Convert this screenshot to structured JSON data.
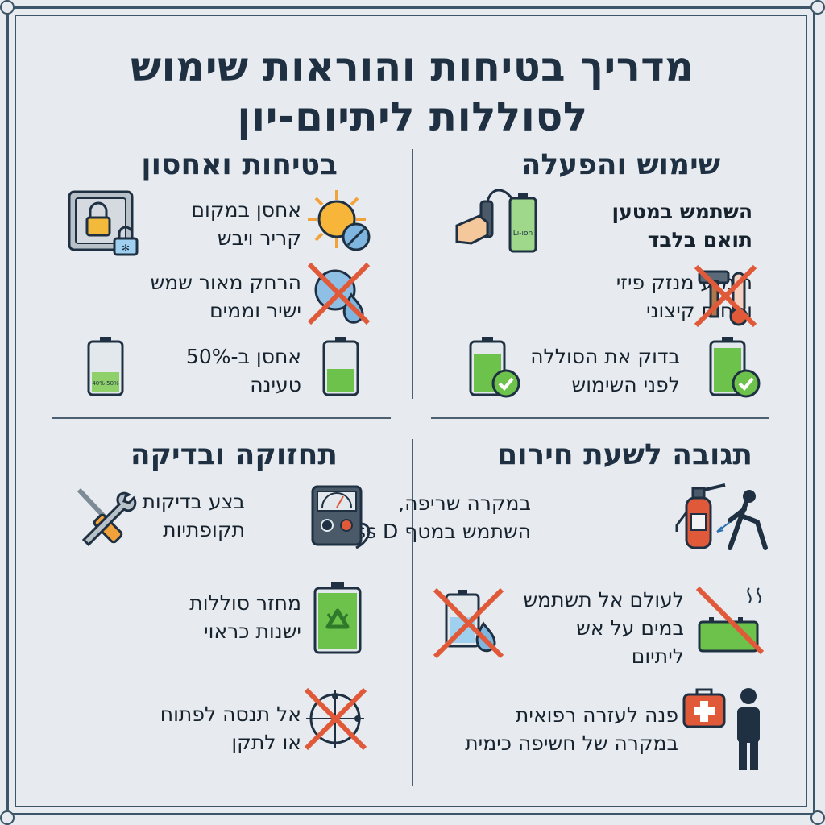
{
  "title": {
    "line1": "מדריך בטיחות והוראות שימוש",
    "line2": "לסוללות ליתיום-יון"
  },
  "sections": {
    "usage": {
      "heading": "שימוש והפעלה",
      "items": [
        {
          "text": "השתמש במטען\nתואם בלבד",
          "icon": "charger-plug-icon"
        },
        {
          "text": "הימנע מנזק פיזי\nומחום קיצוני",
          "icon": "no-hammer-heat-icon"
        },
        {
          "text": "בדוק את הסוללה\nלפני השימוש",
          "icon": "battery-check-icon"
        }
      ]
    },
    "storage": {
      "heading": "בטיחות ואחסון",
      "items": [
        {
          "text": "אחסן במקום\nקריר ויבש",
          "icon": "sun-no-water-icon"
        },
        {
          "text": "הרחק מאור שמש\nישיר וממים",
          "icon": "no-sun-water-icon"
        },
        {
          "text": "אחסן ב-50%\nטעינה",
          "icon": "half-battery-icon"
        }
      ],
      "side_icons": [
        "safe-lock-icon",
        "battery-50-label-icon"
      ],
      "battery_label": "40% 50%"
    },
    "emergency": {
      "heading": "תגובה לשעת חירום",
      "items": [
        {
          "text": "במקרה שריפה,\nהשתמש במטף Class D",
          "icon": "fire-extinguisher-icon"
        },
        {
          "text": "לעולם אל תשתמש\nבמים על אש\nליתיום",
          "icon": "no-water-on-battery-icon"
        },
        {
          "text": "פנה לעזרה רפואית\nבמקרה של חשיפה כימית",
          "icon": "first-aid-person-icon"
        }
      ]
    },
    "maintenance": {
      "heading": "תחזוקה ובדיקה",
      "items": [
        {
          "text": "בצע בדיקות\nתקופתיות",
          "icon": "multimeter-icon"
        },
        {
          "text": "מחזר סוללות\nישנות כראוי",
          "icon": "recycle-battery-icon"
        },
        {
          "text": "אל תנסה לפתוח\nאו לתקן",
          "icon": "no-disassemble-icon"
        }
      ]
    }
  },
  "charger_label": "Li-ion",
  "colors": {
    "navy": "#1e3042",
    "frame": "#3c5568",
    "green": "#6cc24a",
    "red": "#e05a3a",
    "orange": "#f2a23a",
    "blue": "#7fb6e0"
  }
}
